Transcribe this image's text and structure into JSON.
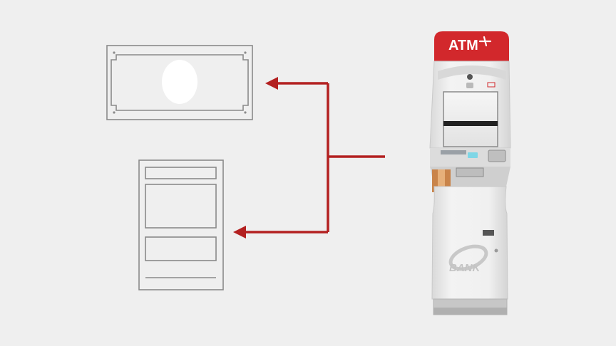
{
  "atm": {
    "sign_text": "ATM",
    "bank_logo_text": "BANK",
    "sign_color": "#d2282c"
  },
  "banknote": {
    "icon": "banknote-icon"
  },
  "receipt": {
    "icon": "receipt-icon"
  },
  "arrows": {
    "color": "#b32020",
    "targets": [
      "banknote",
      "receipt"
    ]
  },
  "colors": {
    "background": "#efefef",
    "outline": "#8a8a8a",
    "atm_body": "#e6e6e6"
  }
}
